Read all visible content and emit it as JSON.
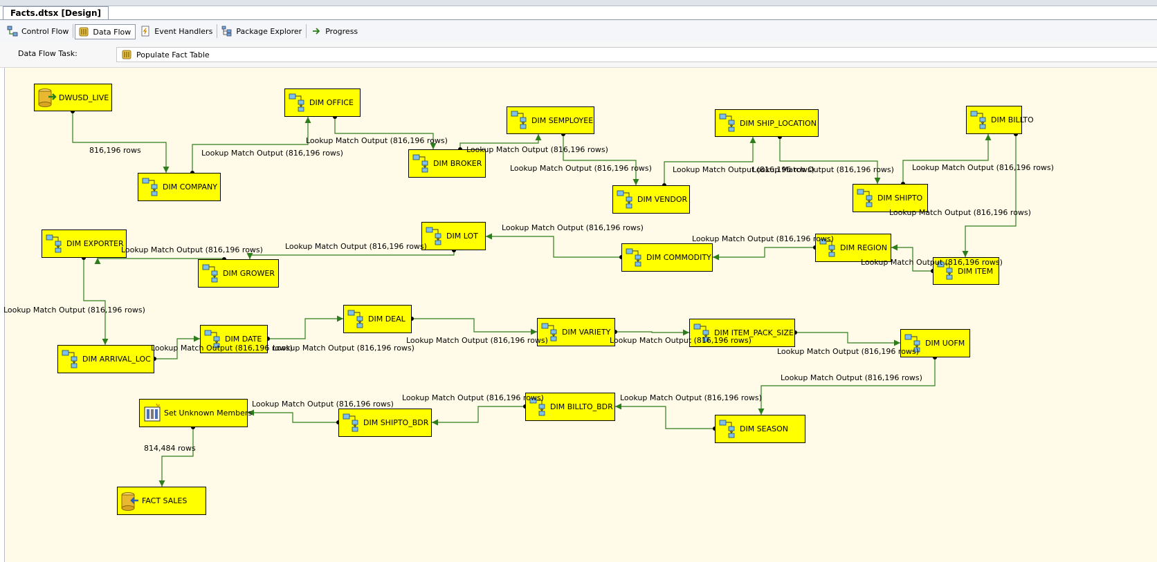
{
  "document_tab": "Facts.dtsx [Design]",
  "designer_tabs": [
    {
      "label": "Control Flow",
      "icon": "control-flow-icon",
      "active": false
    },
    {
      "label": "Data Flow",
      "icon": "data-flow-icon",
      "active": true
    },
    {
      "label": "Event Handlers",
      "icon": "event-handlers-icon",
      "active": false
    },
    {
      "label": "Package Explorer",
      "icon": "package-explorer-icon",
      "active": false
    },
    {
      "label": "Progress",
      "icon": "progress-icon",
      "active": false
    }
  ],
  "task": {
    "label": "Data Flow Task:",
    "selected": "Populate Fact Table",
    "icon": "data-flow-task-icon"
  },
  "colors": {
    "component_fill": "#ffff00",
    "canvas_bg": "#fffbe8",
    "arrow": "#2e7d1c"
  },
  "components": [
    {
      "id": "dwusd_live",
      "label": "DWUSD_LIVE",
      "kind": "source"
    },
    {
      "id": "dim_office",
      "label": "DIM OFFICE",
      "kind": "lookup"
    },
    {
      "id": "dim_company",
      "label": "DIM COMPANY",
      "kind": "lookup"
    },
    {
      "id": "dim_broker",
      "label": "DIM BROKER",
      "kind": "lookup"
    },
    {
      "id": "dim_semployee",
      "label": "DIM SEMPLOYEE",
      "kind": "lookup"
    },
    {
      "id": "dim_vendor",
      "label": "DIM VENDOR",
      "kind": "lookup"
    },
    {
      "id": "dim_ship_location",
      "label": "DIM SHIP_LOCATION",
      "kind": "lookup"
    },
    {
      "id": "dim_shipto",
      "label": "DIM SHIPTO",
      "kind": "lookup"
    },
    {
      "id": "dim_billto",
      "label": "DIM BILLTO",
      "kind": "lookup"
    },
    {
      "id": "dim_item",
      "label": "DIM ITEM",
      "kind": "lookup"
    },
    {
      "id": "dim_region",
      "label": "DIM REGION",
      "kind": "lookup"
    },
    {
      "id": "dim_commodity",
      "label": "DIM COMMODITY",
      "kind": "lookup"
    },
    {
      "id": "dim_lot",
      "label": "DIM LOT",
      "kind": "lookup"
    },
    {
      "id": "dim_grower",
      "label": "DIM GROWER",
      "kind": "lookup"
    },
    {
      "id": "dim_exporter",
      "label": "DIM EXPORTER",
      "kind": "lookup"
    },
    {
      "id": "dim_arrival_loc",
      "label": "DIM ARRIVAL_LOC",
      "kind": "lookup"
    },
    {
      "id": "dim_date",
      "label": "DIM DATE",
      "kind": "lookup"
    },
    {
      "id": "dim_deal",
      "label": "DIM DEAL",
      "kind": "lookup"
    },
    {
      "id": "dim_variety",
      "label": "DIM VARIETY",
      "kind": "lookup"
    },
    {
      "id": "dim_item_pack_size",
      "label": "DIM ITEM_PACK_SIZE",
      "kind": "lookup"
    },
    {
      "id": "dim_uofm",
      "label": "DIM UOFM",
      "kind": "lookup"
    },
    {
      "id": "dim_season",
      "label": "DIM SEASON",
      "kind": "lookup"
    },
    {
      "id": "dim_billto_bdr",
      "label": "DIM BILLTO_BDR",
      "kind": "lookup"
    },
    {
      "id": "dim_shipto_bdr",
      "label": "DIM SHIPTO_BDR",
      "kind": "lookup"
    },
    {
      "id": "set_unknown_members",
      "label": "Set Unknown Members",
      "kind": "script"
    },
    {
      "id": "fact_sales",
      "label": "FACT SALES",
      "kind": "destination"
    }
  ],
  "edge_labels": [
    "816,196 rows",
    "Lookup Match Output (816,196 rows)",
    "Lookup Match Output (816,196 rows)",
    "Lookup Match Output (816,196 rows)",
    "Lookup Match Output (816,196 rows)",
    "Lookup Match Output (816,196 rows)",
    "Lookup Match Output (816,196 rows)",
    "Lookup Match Output (816,196 rows)",
    "Lookup Match Output (816,196 rows)",
    "Lookup Match Output (816,196 rows)",
    "Lookup Match Output (816,196 rows)",
    "Lookup Match Output (816,196 rows)",
    "Lookup Match Output (816,196 rows)",
    "Lookup Match Output (816,196 rows)",
    "Lookup Match Output (816,196 rows)",
    "Lookup Match Output (816,196 rows)",
    "Lookup Match Output (816,196 rows)",
    "Lookup Match Output (816,196 rows)",
    "Lookup Match Output (816,196 rows)",
    "Lookup Match Output (816,196 rows)",
    "Lookup Match Output (816,196 rows)",
    "Lookup Match Output (816,196 rows)",
    "Lookup Match Output (816,196 rows)",
    "Lookup Match Output (816,196 rows)",
    "814,484 rows"
  ]
}
